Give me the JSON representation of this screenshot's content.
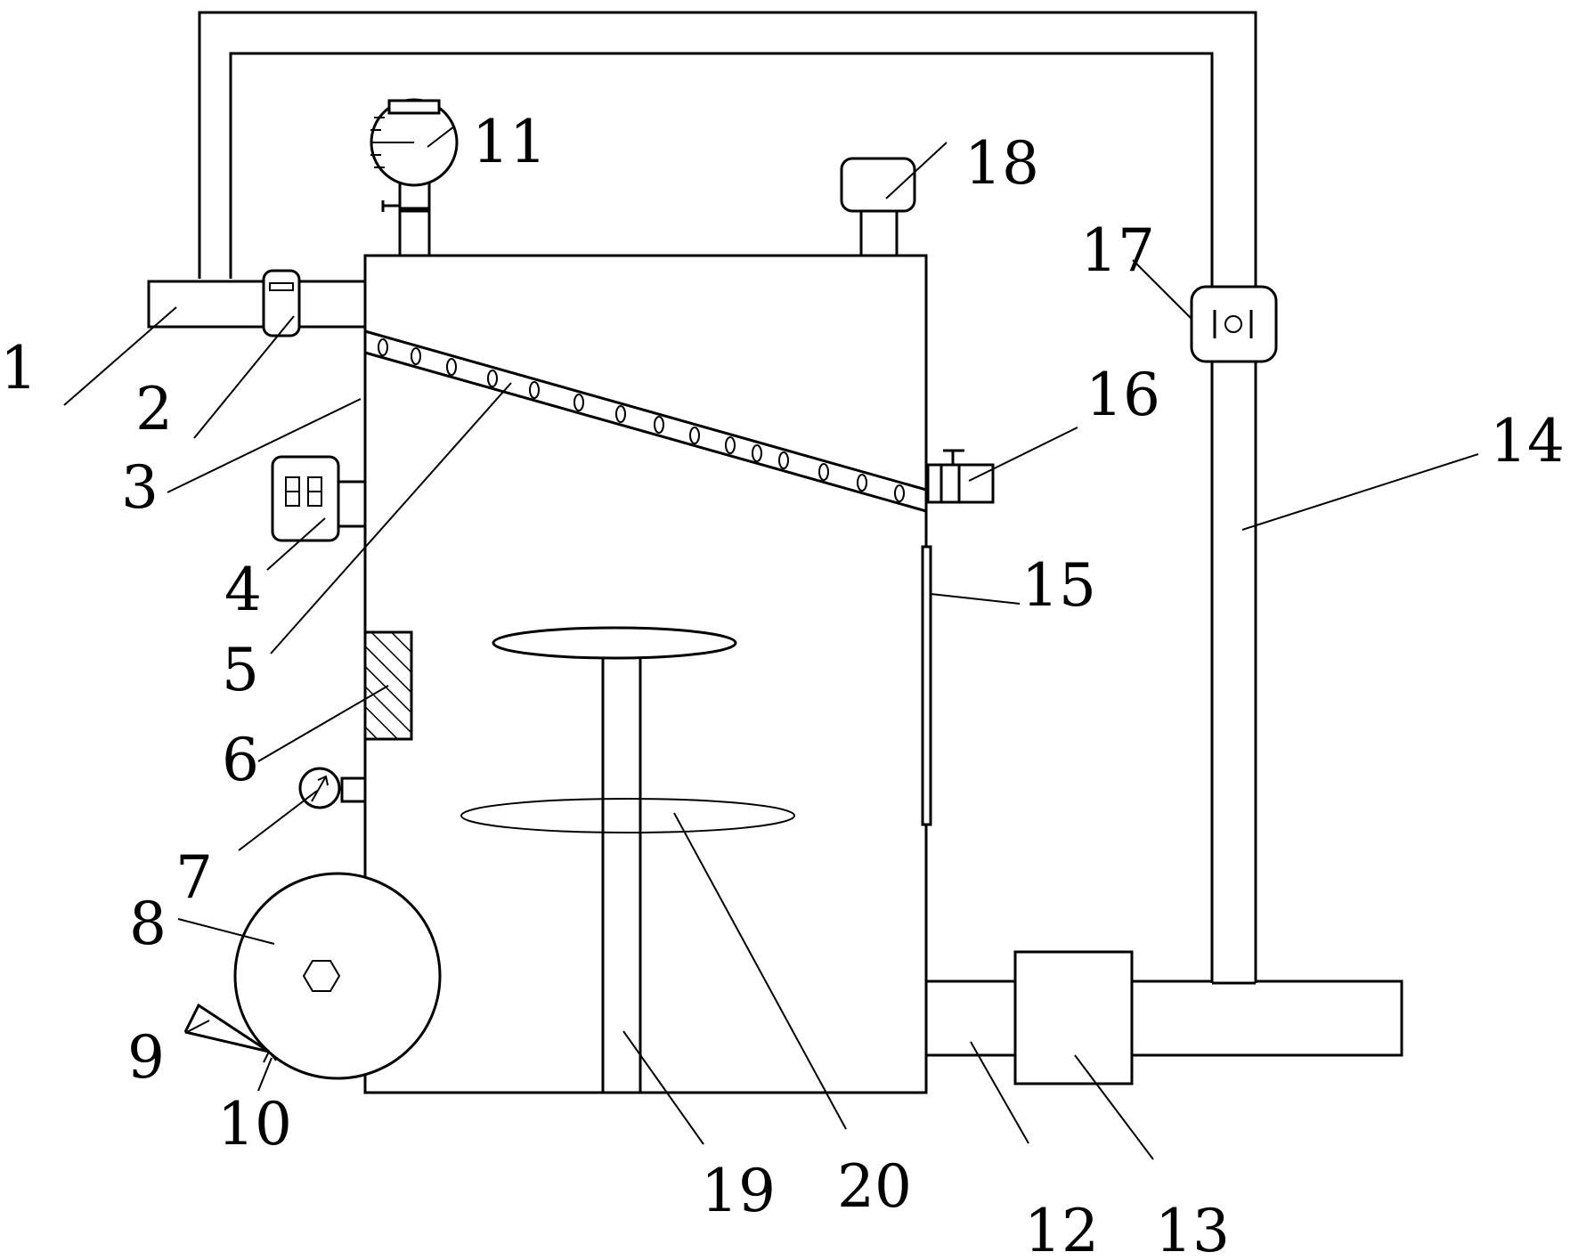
{
  "labels": {
    "l1": "1",
    "l2": "2",
    "l3": "3",
    "l4": "4",
    "l5": "5",
    "l6": "6",
    "l7": "7",
    "l8": "8",
    "l9": "9",
    "l10": "10",
    "l11": "11",
    "l12": "12",
    "l13": "13",
    "l14": "14",
    "l15": "15",
    "l16": "16",
    "l17": "17",
    "l18": "18",
    "l19": "19",
    "l20": "20"
  },
  "colors": {
    "stroke": "#000000",
    "background": "#ffffff"
  }
}
